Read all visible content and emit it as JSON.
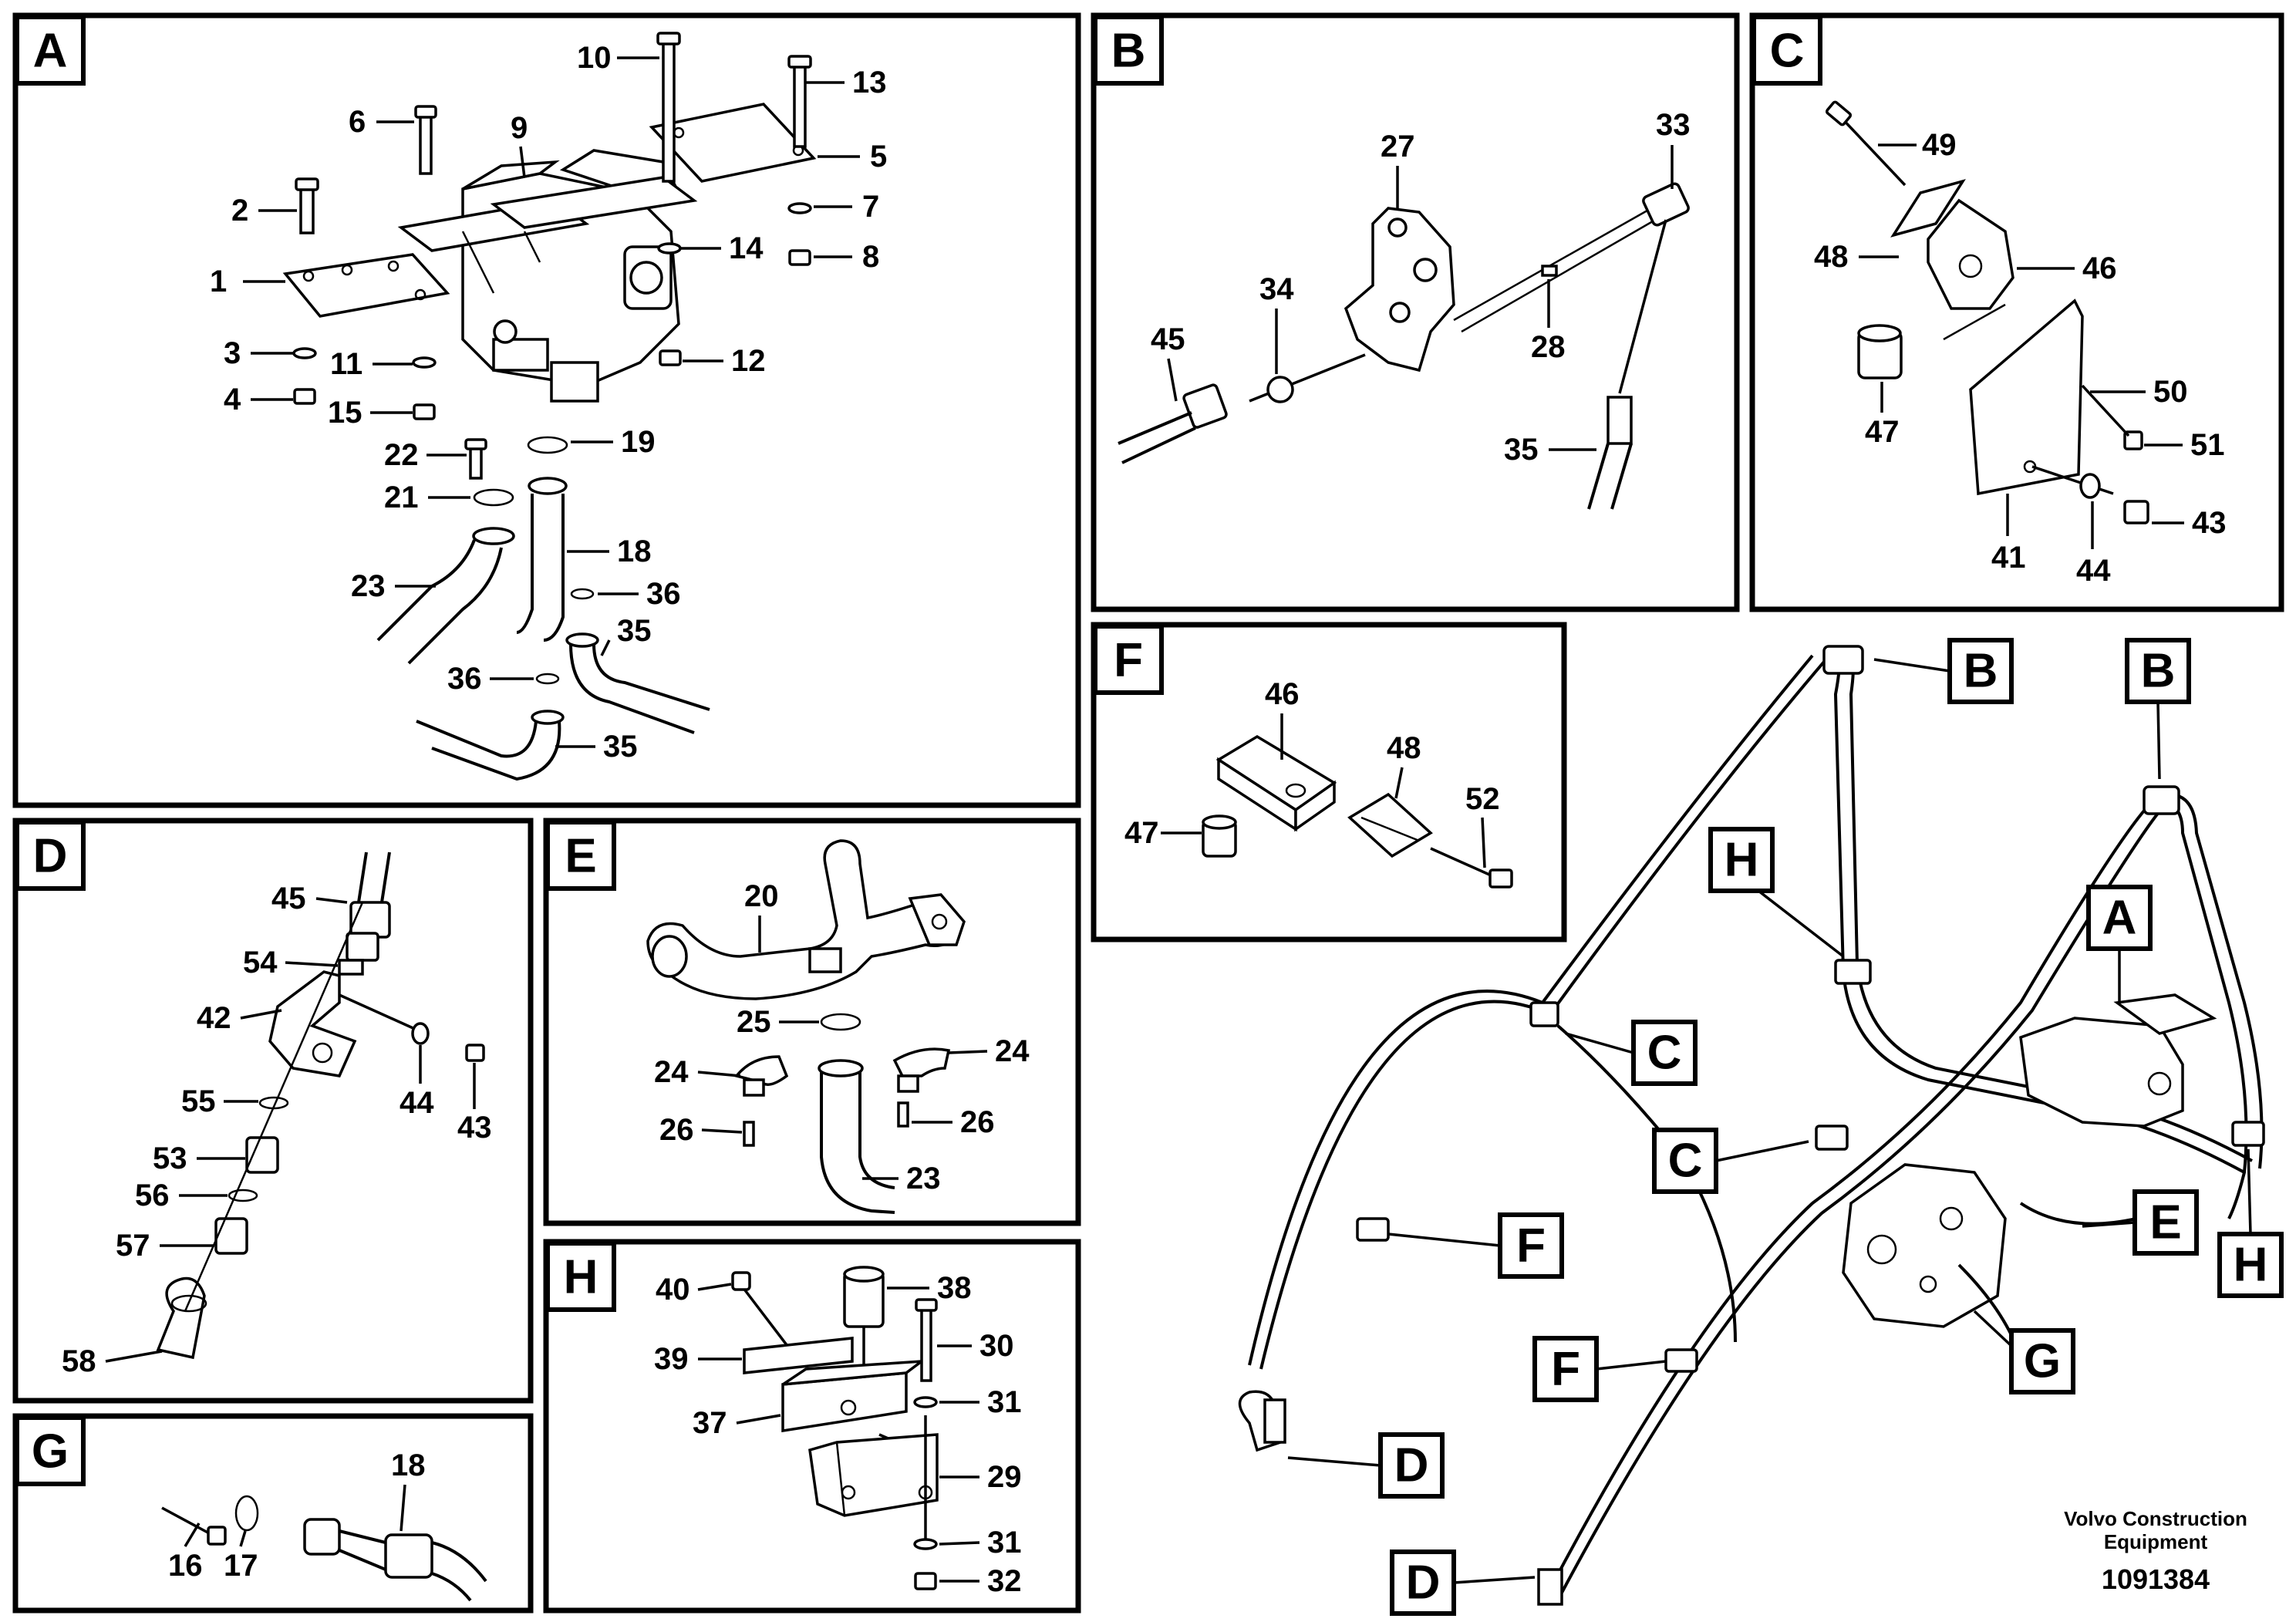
{
  "panels": {
    "A": {
      "tag": "A",
      "parts": [
        "1",
        "2",
        "3",
        "4",
        "5",
        "6",
        "7",
        "8",
        "9",
        "10",
        "11",
        "12",
        "13",
        "14",
        "15",
        "18",
        "19",
        "21",
        "22",
        "23",
        "35",
        "35",
        "36",
        "36"
      ]
    },
    "B": {
      "tag": "B",
      "parts": [
        "27",
        "33",
        "34",
        "45",
        "28",
        "35"
      ]
    },
    "C": {
      "tag": "C",
      "parts": [
        "49",
        "48",
        "46",
        "47",
        "50",
        "51",
        "41",
        "44",
        "43"
      ]
    },
    "D": {
      "tag": "D",
      "parts": [
        "45",
        "54",
        "42",
        "44",
        "43",
        "55",
        "53",
        "56",
        "57",
        "58"
      ]
    },
    "E": {
      "tag": "E",
      "parts": [
        "20",
        "25",
        "24",
        "24",
        "26",
        "26",
        "23"
      ]
    },
    "F": {
      "tag": "F",
      "parts": [
        "46",
        "48",
        "52",
        "47"
      ]
    },
    "G": {
      "tag": "G",
      "parts": [
        "18",
        "16",
        "17"
      ]
    },
    "H": {
      "tag": "H",
      "parts": [
        "40",
        "38",
        "30",
        "39",
        "31",
        "37",
        "29",
        "31",
        "32"
      ]
    }
  },
  "overview_tags": [
    "B",
    "B",
    "H",
    "A",
    "C",
    "C",
    "E",
    "H",
    "F",
    "F",
    "G",
    "D",
    "D"
  ],
  "footer": {
    "company_line1": "Volvo Construction",
    "company_line2": "Equipment",
    "drawing_number": "1091384"
  }
}
